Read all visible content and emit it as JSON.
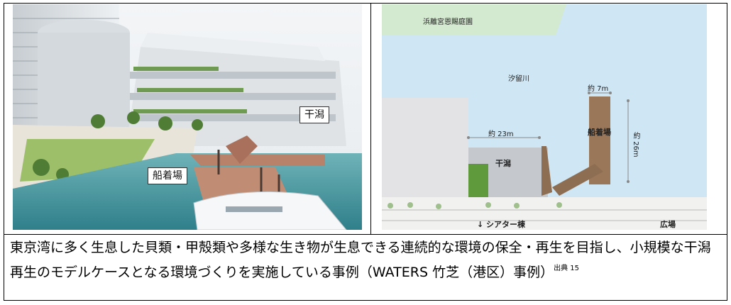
{
  "left_photo": {
    "callout_tidal_flat": "干潟",
    "callout_landing": "船着場"
  },
  "right_map": {
    "garden_label": "浜離宮恩賜庭園",
    "river_label": "汐留川",
    "width_7": "約 7m",
    "width_23": "約 23m",
    "height_26": "約 26m",
    "landing_label": "船着場",
    "tidal_flat_label": "干潟",
    "theater_label": "↓ シアター棟",
    "plaza_label": "広場"
  },
  "caption": {
    "text": "東京湾に多く生息した貝類・甲殻類や多様な生き物が生息できる連続的な環境の保全・再生を目指し、小規模な干潟再生のモデルケースとなる環境づくりを実施している事例（WATERS 竹芝（港区）事例）",
    "source_note": "出典 15"
  }
}
